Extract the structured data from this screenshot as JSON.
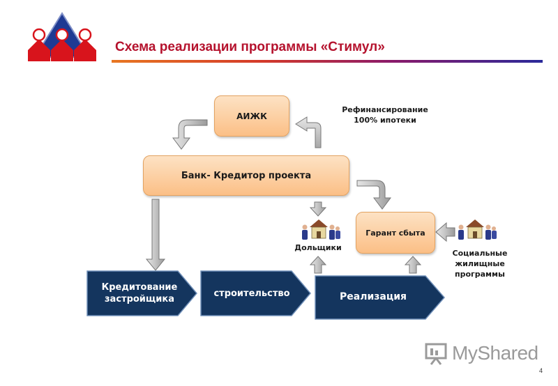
{
  "slide": {
    "title": "Схема реализации программы «Стимул»",
    "page_number": "4"
  },
  "diagram": {
    "boxes": {
      "aizhk": "АИЖК",
      "bank": "Банк- Кредитор проекта",
      "guarantor": "Гарант сбыта"
    },
    "notes": {
      "refinancing": [
        "Рефинансирование",
        "100% ипотеки"
      ],
      "shareholders": "Дольщики",
      "social": [
        "Социальные",
        "жилищные",
        "программы"
      ]
    },
    "stages": {
      "crediting": [
        "Кредитование",
        "застройщика"
      ],
      "construction": "строительство",
      "sales": "Реализация"
    }
  },
  "watermark": "MyShared",
  "colors": {
    "title": "#b5122d",
    "stage_fill": "#14355e",
    "box_fill": "#fbbf86",
    "arrow_fill": "#c8c8c8"
  }
}
